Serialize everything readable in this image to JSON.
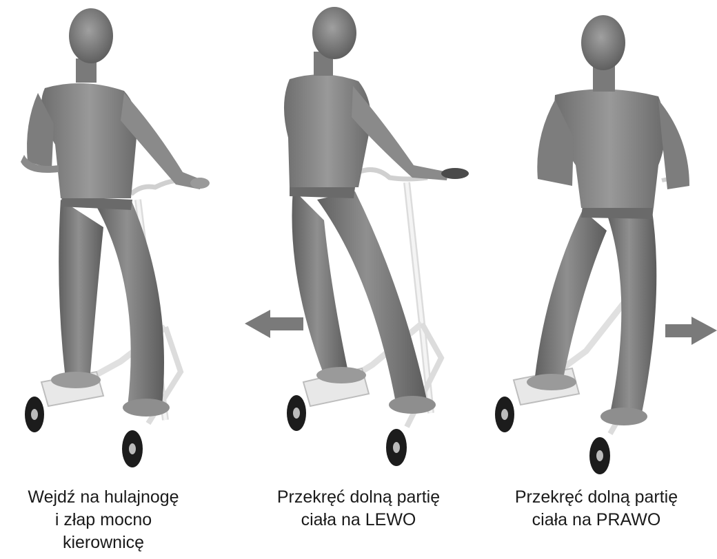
{
  "panels": [
    {
      "caption_lines": [
        "Wejdź na hulajnogę",
        "i złap mocno",
        "kierownicę"
      ],
      "arrow": "none"
    },
    {
      "caption_lines": [
        "Przekręć dolną partię",
        "ciała na LEWO"
      ],
      "arrow": "left"
    },
    {
      "caption_lines": [
        "Przekręć dolną partię",
        "ciała na PRAWO"
      ],
      "arrow": "right"
    }
  ],
  "colors": {
    "figure": "#8a8a8a",
    "figure_dark": "#5e5e5e",
    "skin": "#9a9a9a",
    "scooter_frame": "#e6e6e6",
    "wheel": "#1c1c1c",
    "arrow": "#7a7a7a",
    "text": "#1a1a1a"
  }
}
